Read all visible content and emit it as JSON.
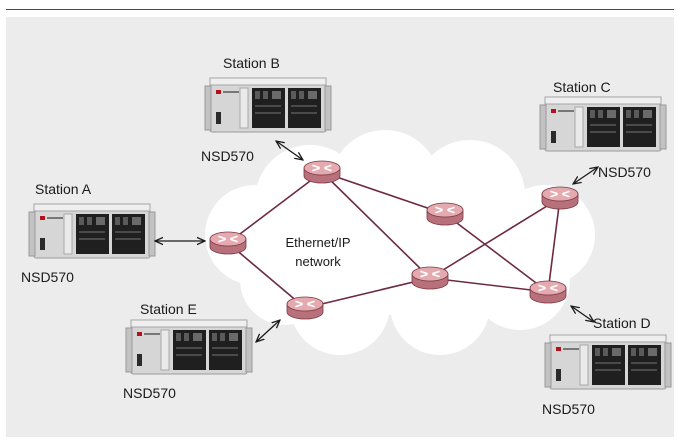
{
  "network_label_line1": "Ethernet/IP",
  "network_label_line2": "network",
  "stations": {
    "a": {
      "name": "Station A",
      "device": "NSD570"
    },
    "b": {
      "name": "Station B",
      "device": "NSD570"
    },
    "c": {
      "name": "Station C",
      "device": "NSD570"
    },
    "d": {
      "name": "Station D",
      "device": "NSD570"
    },
    "e": {
      "name": "Station E",
      "device": "NSD570"
    }
  },
  "colors": {
    "background": "#ececec",
    "cloud": "#ffffff",
    "router_fill": "#c98088",
    "router_top": "#e3a8ae",
    "link": "#6d2a44",
    "rack": "#d8d8d8",
    "module": "#1f1f1f"
  }
}
